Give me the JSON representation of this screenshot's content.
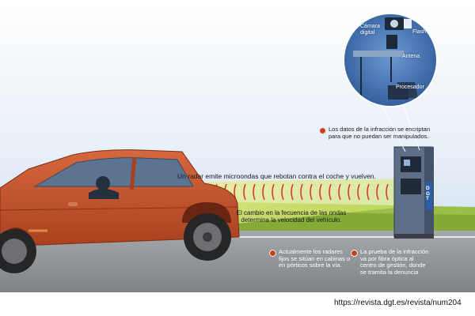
{
  "inset": {
    "camera_label": "Cámara\ndigital",
    "flash_label": "Flash",
    "antenna_label": "Antena",
    "processor_label": "Procesador"
  },
  "callouts": {
    "encryption": "Los datos de la infracción se encriptan\npara que no puedan ser manipulados.",
    "fixed_radars": "Actualmente los radares\nfijos se sitúan en cabinas o\nen pórticos sobre la vía.",
    "evidence": "La prueba de la infracción\nva por fibra óptica al\ncentro de gestión, donde\nse tramita la denuncia"
  },
  "captions": {
    "radar": "Un radar emite microondas que rebotan contra el coche y vuelven.",
    "signal": "El cambio en la fecuencia de las ondas\ndetermina la velocidad del vehículo."
  },
  "cabin": {
    "sign_text": "DGT"
  },
  "source_url": "https://revista.dgt.es/revista/num204",
  "colors": {
    "car": "#c4512e",
    "callout_dot": "#c8401f",
    "wave": "#d62b2b",
    "sky": "#dbe6f2",
    "grass": "#9cbf4a",
    "road": "#8c8f93",
    "inset_bg": "#4f7fbf"
  }
}
